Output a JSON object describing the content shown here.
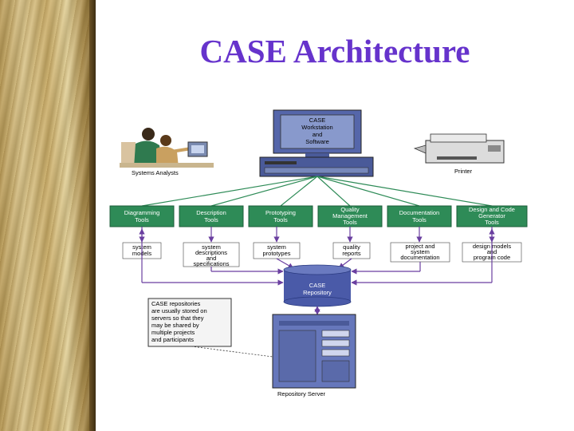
{
  "title": "CASE Architecture",
  "workstation_label": [
    "CASE",
    "Workstation",
    "and",
    "Software"
  ],
  "analysts_label": "Systems Analysts",
  "printer_label": "Printer",
  "tools": [
    [
      "Diagramming",
      "Tools"
    ],
    [
      "Description",
      "Tools"
    ],
    [
      "Prototyping",
      "Tools"
    ],
    [
      "Quality",
      "Management",
      "Tools"
    ],
    [
      "Documentation",
      "Tools"
    ],
    [
      "Design and Code",
      "Generator",
      "Tools"
    ]
  ],
  "outputs": [
    [
      "system",
      "models"
    ],
    [
      "system",
      "descriptions",
      "and",
      "specifications"
    ],
    [
      "system",
      "prototypes"
    ],
    [
      "quality",
      "reports"
    ],
    [
      "project and",
      "system",
      "documentation"
    ],
    [
      "design models",
      "and",
      "program code"
    ]
  ],
  "repository_label": [
    "CASE",
    "Repository"
  ],
  "note": [
    "CASE repositories",
    "are usually stored on",
    "servers so that they",
    "may be shared by",
    "multiple projects",
    "and participants"
  ],
  "server_label": "Repository Server",
  "colors": {
    "title": "#6633cc",
    "tool_fill": "#2e8b57",
    "arrow": "#6a3fa0",
    "workstation": "#5566aa",
    "monitor_screen": "#8899cc",
    "repository": "#4a5aa8",
    "server": "#6677bb"
  }
}
